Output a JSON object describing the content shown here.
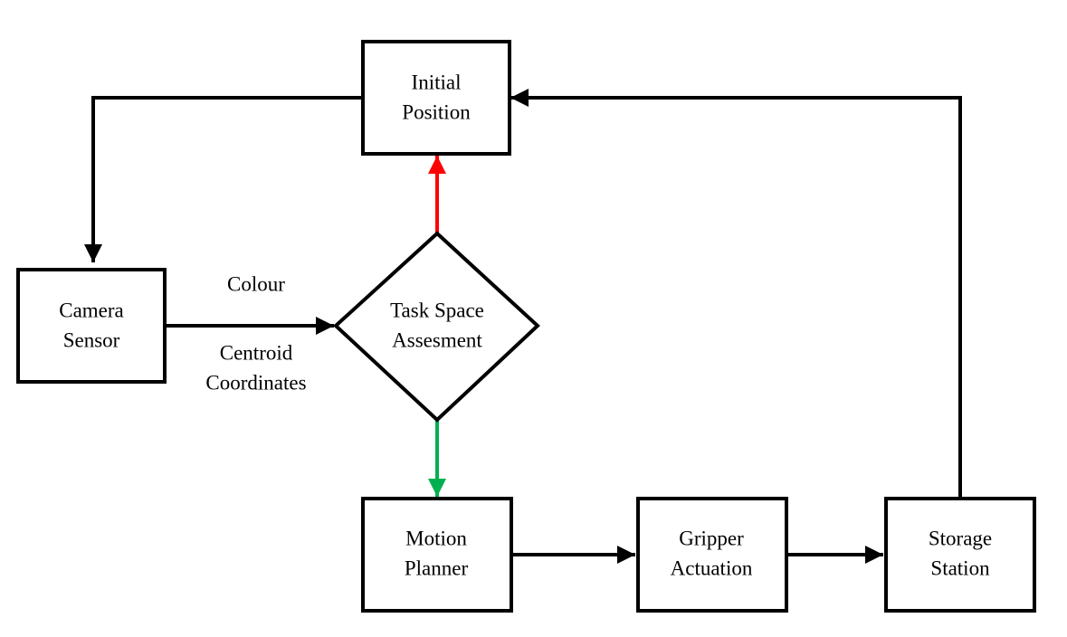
{
  "diagram": {
    "nodes": {
      "initial_position": {
        "line1": "Initial",
        "line2": "Position"
      },
      "camera_sensor": {
        "line1": "Camera",
        "line2": "Sensor"
      },
      "task_space": {
        "line1": "Task Space",
        "line2": "Assesment"
      },
      "motion_planner": {
        "line1": "Motion",
        "line2": "Planner"
      },
      "gripper_actuation": {
        "line1": "Gripper",
        "line2": "Actuation"
      },
      "storage_station": {
        "line1": "Storage",
        "line2": "Station"
      }
    },
    "edge_labels": {
      "colour": "Colour",
      "centroid_line1": "Centroid",
      "centroid_line2": "Coordinates"
    },
    "colors": {
      "line": "#000000",
      "reject_arrow": "#ff0000",
      "accept_arrow": "#00b050"
    }
  }
}
